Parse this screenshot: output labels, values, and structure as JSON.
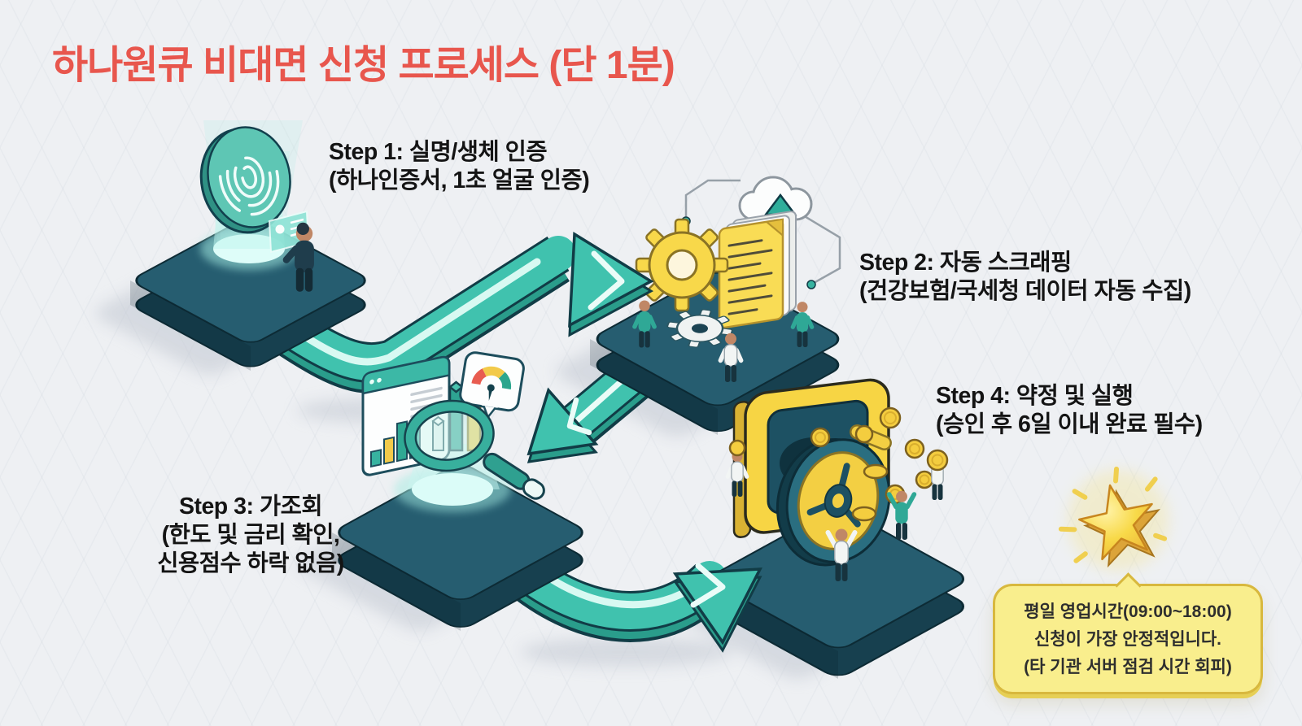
{
  "title": {
    "text": "하나원큐 비대면 신청 프로세스 (단 1분)"
  },
  "steps": [
    {
      "label": "Step 1: 실명/생체 인증",
      "detail": "(하나인증서, 1초 얼굴 인증)",
      "icon": "fingerprint-hologram-icon"
    },
    {
      "label": "Step 2: 자동 스크래핑",
      "detail": "(건강보험/국세청 데이터 자동 수집)",
      "icon": "gear-documents-cloud-upload-icon"
    },
    {
      "label": "Step 3: 가조회",
      "detail_line1": "(한도 및 금리 확인,",
      "detail_line2": "신용점수 하락 없음)",
      "icon": "chart-magnifier-gauge-icon"
    },
    {
      "label": "Step 4: 약정 및 실행",
      "detail": "(승인 후 6일 이내 완료 필수)",
      "icon": "vault-coins-icon"
    }
  ],
  "callout": {
    "line1": "평일 영업시간(09:00~18:00)",
    "line2": "신청이 가장 안정적입니다.",
    "line3": "(타 기관 서버 점검 시간 회피)",
    "icon": "star-icon"
  },
  "colors": {
    "background": "#eef0f3",
    "title_red": "#e8564d",
    "platform_teal": "#265d70",
    "arrow_teal": "#40c2ae",
    "accent_yellow": "#f7d544",
    "callout_yellow": "#f9ee8d",
    "glow_mint": "#c9f8f1"
  }
}
